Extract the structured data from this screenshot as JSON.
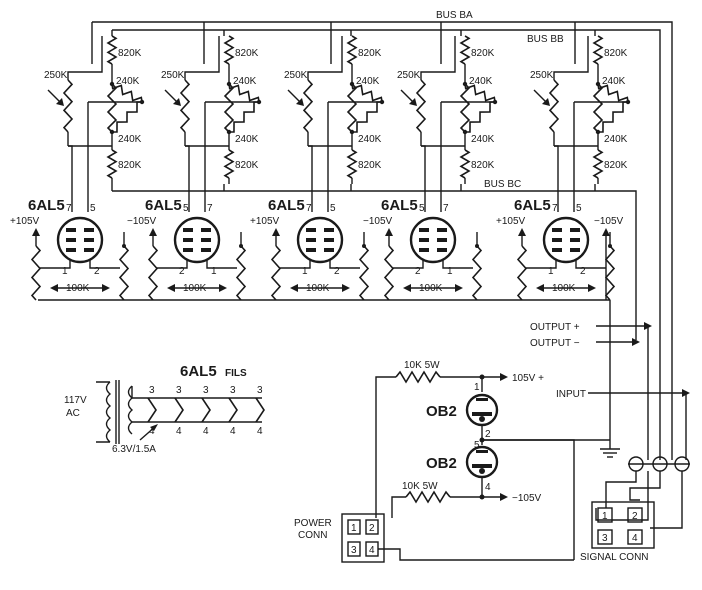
{
  "buses": {
    "ba": "BUS BA",
    "bb": "BUS BB",
    "bc": "BUS BC"
  },
  "stages": [
    {
      "tube": "6AL5",
      "pin_left": "7",
      "pin_right": "5",
      "pin_bl": "1",
      "pin_br": "2",
      "r_top": "820K",
      "r_bot": "820K",
      "pot": "250K",
      "delta_top": "240K",
      "delta_bot": "240K",
      "supply": "+105V",
      "load": "100K"
    },
    {
      "tube": "6AL5",
      "pin_left": "5",
      "pin_right": "7",
      "pin_bl": "2",
      "pin_br": "1",
      "r_top": "820K",
      "r_bot": "820K",
      "pot": "250K",
      "delta_top": "240K",
      "delta_bot": "240K",
      "supply": "−105V",
      "load": "100K"
    },
    {
      "tube": "6AL5",
      "pin_left": "7",
      "pin_right": "5",
      "pin_bl": "1",
      "pin_br": "2",
      "r_top": "820K",
      "r_bot": "820K",
      "pot": "250K",
      "delta_top": "240K",
      "delta_bot": "240K",
      "supply": "+105V",
      "load": "100K"
    },
    {
      "tube": "6AL5",
      "pin_left": "5",
      "pin_right": "7",
      "pin_bl": "2",
      "pin_br": "1",
      "r_top": "820K",
      "r_bot": "820K",
      "pot": "250K",
      "delta_top": "240K",
      "delta_bot": "240K",
      "supply": "−105V",
      "load": "100K"
    },
    {
      "tube": "6AL5",
      "pin_left": "7",
      "pin_right": "5",
      "pin_bl": "1",
      "pin_br": "2",
      "r_top": "820K",
      "r_bot": "820K",
      "pot": "250K",
      "delta_top": "240K",
      "delta_bot": "240K",
      "supply": "+105V",
      "load": "100K"
    }
  ],
  "extra_supply": "−105V",
  "outputs": {
    "plus": "OUTPUT +",
    "minus": "OUTPUT −",
    "input": "INPUT"
  },
  "filament": {
    "title": "6AL5",
    "title_sub": "FILS",
    "primary_volts": "117V",
    "primary_ac": "AC",
    "secondary": "6.3V/1.5A",
    "top_pins": [
      "3",
      "3",
      "3",
      "3",
      "3"
    ],
    "bot_pins": [
      "4",
      "4",
      "4",
      "4",
      "4"
    ]
  },
  "supply": {
    "r_top": "10K 5W",
    "r_bot": "10K 5W",
    "out_pos": "105V +",
    "out_neg": "−105V",
    "tube_top": "OB2",
    "tube_bot": "OB2",
    "pin_1": "1",
    "pin_2": "2",
    "pin_5": "5",
    "pin_4": "4"
  },
  "power_conn": {
    "label_1": "POWER",
    "label_2": "CONN",
    "pins": [
      "1",
      "2",
      "3",
      "4"
    ]
  },
  "signal_conn": {
    "label": "SIGNAL CONN",
    "pins": [
      "1",
      "2",
      "3",
      "4"
    ]
  }
}
